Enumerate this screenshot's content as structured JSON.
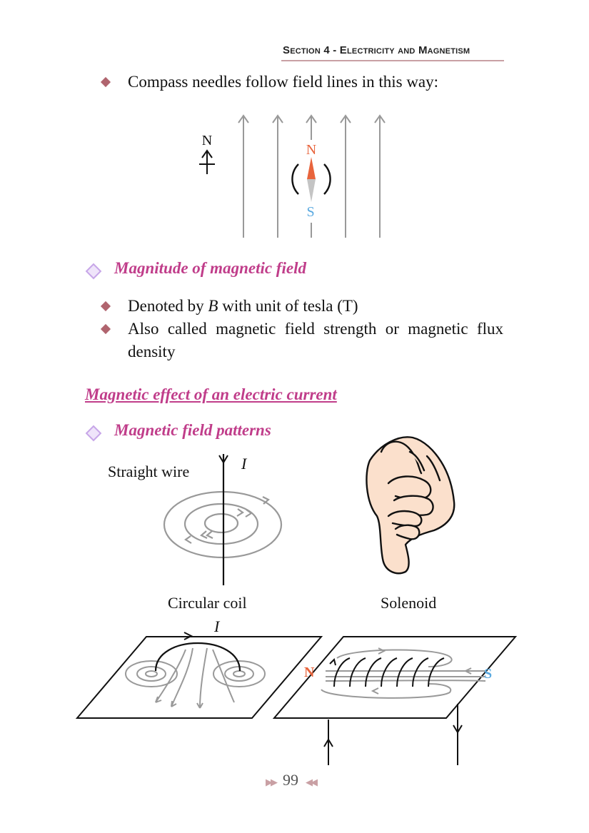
{
  "header": {
    "section_prefix": "Section 4 - Electricity and Magnetism"
  },
  "compass_section": {
    "bullet": "Compass needles follow field lines in this way:",
    "north_indicator": "N",
    "needle_north": "N",
    "needle_south": "S"
  },
  "magnitude": {
    "heading": "Magnitude of magnetic field",
    "bullet1_pre": "Denoted by ",
    "bullet1_var": "B",
    "bullet1_post": " with unit of tesla (T)",
    "bullet2_line1": "Also called magnetic field strength or magnetic flux",
    "bullet2_line2": "density"
  },
  "current_effect": {
    "title": "Magnetic effect of an electric current",
    "subheading": "Magnetic field patterns",
    "straight_wire_label": "Straight wire",
    "current_symbol": "I",
    "circular_coil_label": "Circular coil",
    "solenoid_label": "Solenoid",
    "coil_current_symbol": "I",
    "solenoid_north": "N",
    "solenoid_south": "S"
  },
  "footer": {
    "page_number": "99",
    "prev_glyph": "◀◀",
    "next_glyph": "▶▶"
  },
  "colors": {
    "heading": "#c03d8a",
    "bullet": "#b0646e",
    "field_line": "#999999",
    "north": "#e8643c",
    "south": "#5aa9e0",
    "skin": "#fbe0cc"
  }
}
